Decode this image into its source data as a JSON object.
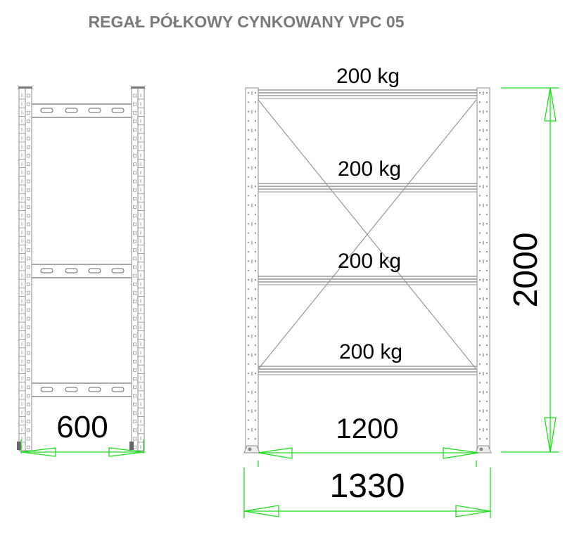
{
  "title": "REGAŁ PÓŁKOWY CYNKOWANY VPC 05",
  "side_view": {
    "depth_label": "600",
    "beam_levels": 3
  },
  "front_view": {
    "shelf_loads": [
      "200 kg",
      "200 kg",
      "200 kg",
      "200 kg"
    ],
    "inner_width_label": "1200",
    "outer_width_label": "1330",
    "height_label": "2000"
  },
  "colors": {
    "dimension": "#22dd22",
    "frame": "#8c8c8c",
    "title": "#7a7a7a",
    "text": "#000000"
  }
}
